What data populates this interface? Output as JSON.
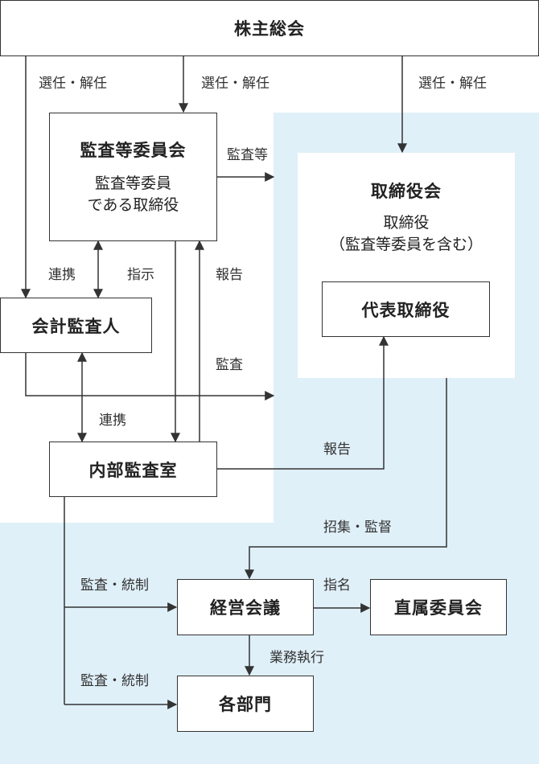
{
  "colors": {
    "light_blue": "#e0f0f9",
    "line": "#333333"
  },
  "boxes": {
    "shareholders": "株主総会",
    "audit_committee": {
      "title": "監査等委員会",
      "sub1": "監査等委員",
      "sub2": "である取締役"
    },
    "board": {
      "title": "取締役会",
      "sub1": "取締役",
      "sub2": "（監査等委員を含む）"
    },
    "representative": "代表取締役",
    "accounting_auditor": "会計監査人",
    "internal_audit": "内部監査室",
    "management_meeting": "経営会議",
    "direct_committee": "直属委員会",
    "departments": "各部門"
  },
  "labels": {
    "elect_left": "選任・解任",
    "elect_mid": "選任・解任",
    "elect_right": "選任・解任",
    "audit_etc": "監査等",
    "cooperation_1": "連携",
    "instruction": "指示",
    "report_1": "報告",
    "audit": "監査",
    "cooperation_2": "連携",
    "report_2": "報告",
    "convene_supervise": "招集・監督",
    "audit_control_1": "監査・統制",
    "nomination": "指名",
    "business_execution": "業務執行",
    "audit_control_2": "監査・統制"
  }
}
